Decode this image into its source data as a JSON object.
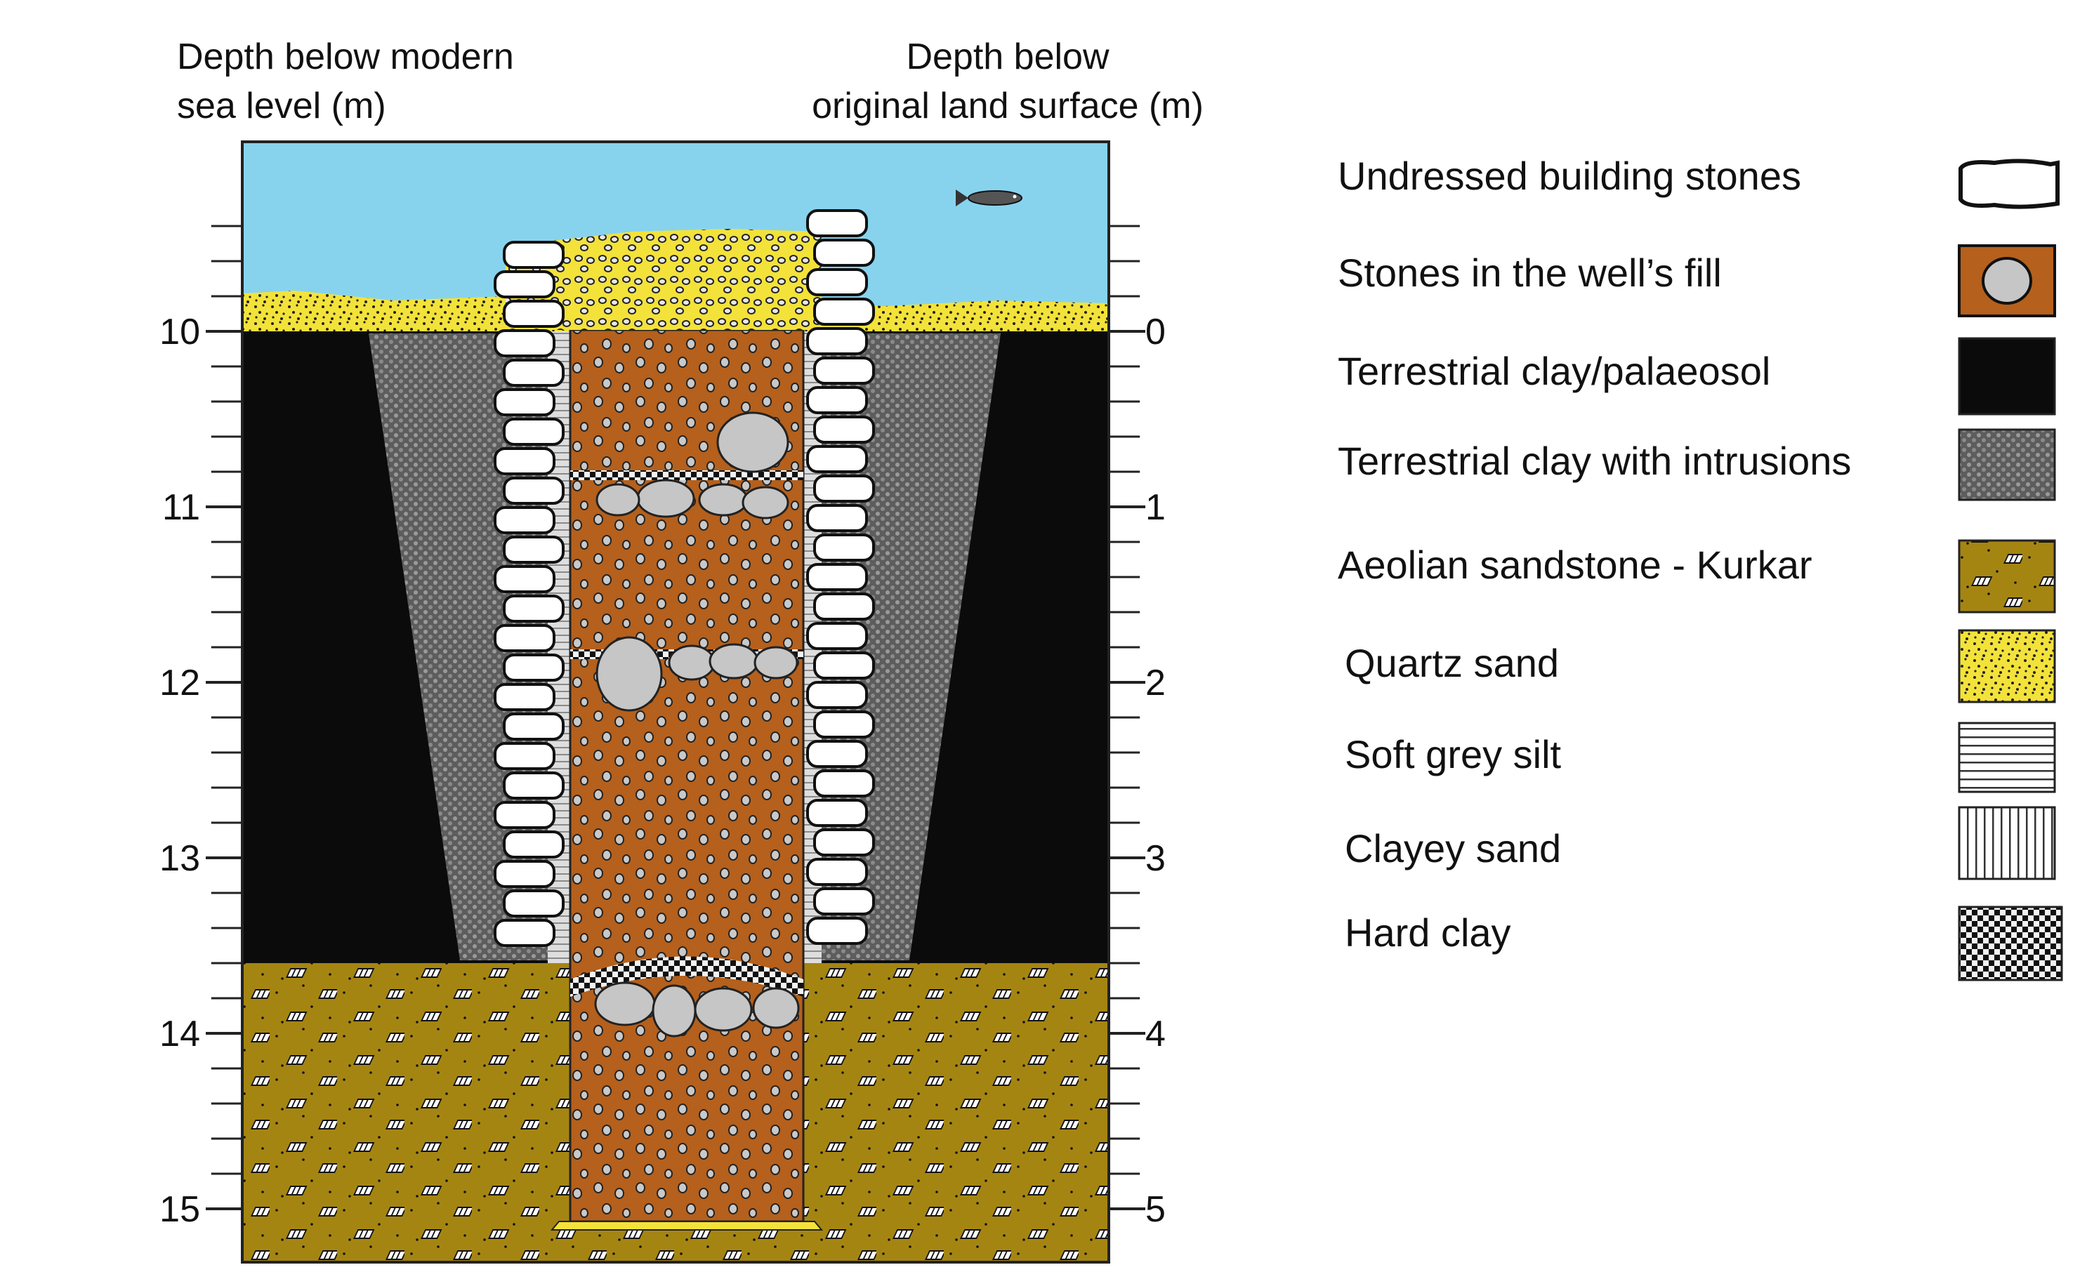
{
  "axes": {
    "left_title_line1": "Depth below modern",
    "left_title_line2": "sea level  (m)",
    "right_title_line1": "Depth below",
    "right_title_line2": "original land surface (m)",
    "left_range": [
      10,
      15
    ],
    "right_range": [
      0,
      5
    ],
    "left_ticks": [
      "10",
      "11",
      "12",
      "13",
      "14",
      "15"
    ],
    "right_ticks": [
      "0",
      "1",
      "2",
      "3",
      "4",
      "5"
    ]
  },
  "colors": {
    "sea": "#87d3ee",
    "quartz_sand": "#f3e23a",
    "terrestrial_clay": "#0b0b0b",
    "intrusions": "#6d6d6d",
    "kurkar": "#a58512",
    "well_fill": "#b5601c",
    "stone": "#c6c6c6"
  },
  "legend": [
    {
      "label": "Undressed building stones",
      "icon": "stone-outline-icon"
    },
    {
      "label": "Stones in the well’s fill",
      "icon": "fill-stone-icon"
    },
    {
      "label": "Terrestrial clay/palaeosol",
      "icon": "black-clay-icon"
    },
    {
      "label": "Terrestrial clay with intrusions",
      "icon": "dotted-clay-icon"
    },
    {
      "label": "Aeolian sandstone - Kurkar",
      "icon": "kurkar-icon"
    },
    {
      "label": "Quartz sand",
      "icon": "quartz-sand-icon"
    },
    {
      "label": "Soft grey silt",
      "icon": "horizontal-lines-icon"
    },
    {
      "label": "Clayey sand",
      "icon": "vertical-lines-icon"
    },
    {
      "label": "Hard clay",
      "icon": "checker-icon"
    }
  ]
}
